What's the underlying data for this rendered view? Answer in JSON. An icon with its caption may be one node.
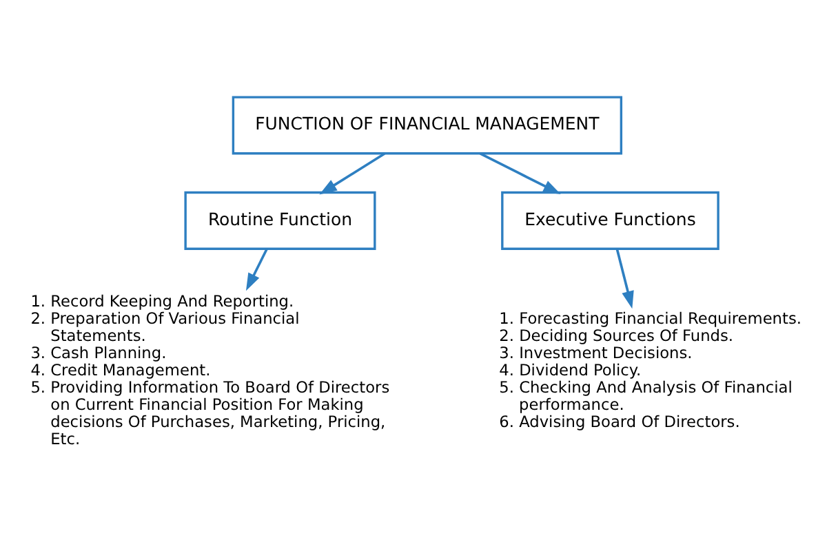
{
  "diagram": {
    "nodes": [
      {
        "text": [
          "FUNCTION OF FINANCIAL MANAGEMENT"
        ]
      },
      {
        "text": [
          "Routine Function"
        ]
      },
      {
        "text": [
          "Executive Functions"
        ]
      },
      {
        "text": [
          "1. Record Keeping And Reporting.",
          "2. Preparation Of Various Financial Statements.",
          "3. Cash Planning.",
          "4. Credit Management.",
          "5. Providing Information To Board Of Directors on Current Financial Position For Making decisions Of Purchases, Marketing, Pricing, Etc."
        ]
      },
      {
        "text": [
          "1. Forecasting Financial Requirements.",
          "2. Deciding Sources Of Funds.",
          "3. Investment Decisions.",
          "4. Dividend Policy.",
          "5. Checking And Analysis Of Financial performance.",
          "6. Advising Board Of Directors."
        ]
      }
    ],
    "edges": [
      {
        "from": 0,
        "to": 1,
        "arrow": "to"
      },
      {
        "from": 0,
        "to": 2,
        "arrow": "to"
      },
      {
        "from": 1,
        "to": 3,
        "arrow": "to"
      },
      {
        "from": 2,
        "to": 4,
        "arrow": "to"
      }
    ]
  }
}
